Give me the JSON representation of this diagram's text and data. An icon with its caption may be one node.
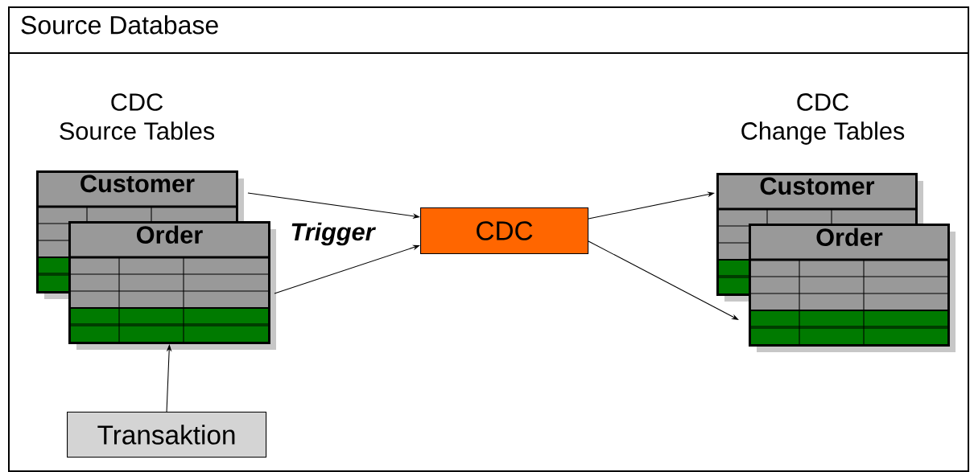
{
  "diagram": {
    "nodes": [
      {
        "text": [
          "Source Database"
        ]
      },
      {
        "text": [
          "Customer"
        ],
        "in": 0
      },
      {
        "text": [
          "Order"
        ],
        "in": 0
      },
      {
        "text": [
          "CDC"
        ],
        "in": 0
      },
      {
        "text": [
          "Customer"
        ],
        "in": 0
      },
      {
        "text": [
          "Order"
        ],
        "in": 0
      },
      {
        "text": [
          "Transaktion"
        ],
        "in": 0
      }
    ],
    "edges": [
      {
        "from": 1,
        "to": 3,
        "arrow": "to"
      },
      {
        "from": 2,
        "to": 3,
        "arrow": "to"
      },
      {
        "from": 3,
        "to": 4,
        "arrow": "to"
      },
      {
        "from": 3,
        "to": 5,
        "arrow": "to"
      },
      {
        "from": 6,
        "to": 2,
        "arrow": "to"
      }
    ],
    "labels": [
      "CDC Source Tables",
      "CDC Change Tables",
      "Trigger"
    ]
  }
}
